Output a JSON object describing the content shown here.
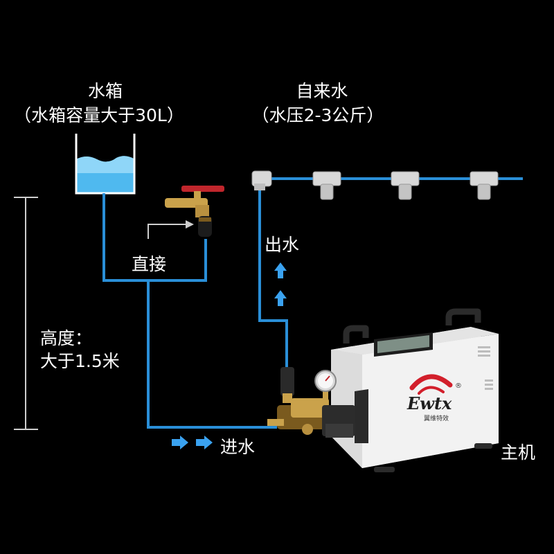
{
  "tank": {
    "title": "水箱",
    "capacity": "（水箱容量大于30L）"
  },
  "tap_water": {
    "title": "自来水",
    "pressure": "（水压2-3公斤）"
  },
  "direct_label": "直接",
  "outlet_label": "出水",
  "inlet_label": "进水",
  "height_label_line1": "高度：",
  "height_label_line2": "大于1.5米",
  "main_unit_label": "主机",
  "brand": {
    "logo_text": "Ewtx",
    "sub_text": "翼维特效",
    "registered": "®"
  },
  "colors": {
    "background": "#000000",
    "pipe": "#2a8fd8",
    "water": "#4fb9ef",
    "arrow": "#3aa2f0",
    "text": "#ffffff",
    "brand_red": "#d21f2b"
  },
  "icons": [
    "water-tank-icon",
    "faucet-icon",
    "tee-connector-icon",
    "elbow-connector-icon",
    "pump-icon",
    "pressure-gauge-icon",
    "mist-machine-icon",
    "arrow-up-icon",
    "arrow-right-icon",
    "height-bracket-icon"
  ]
}
